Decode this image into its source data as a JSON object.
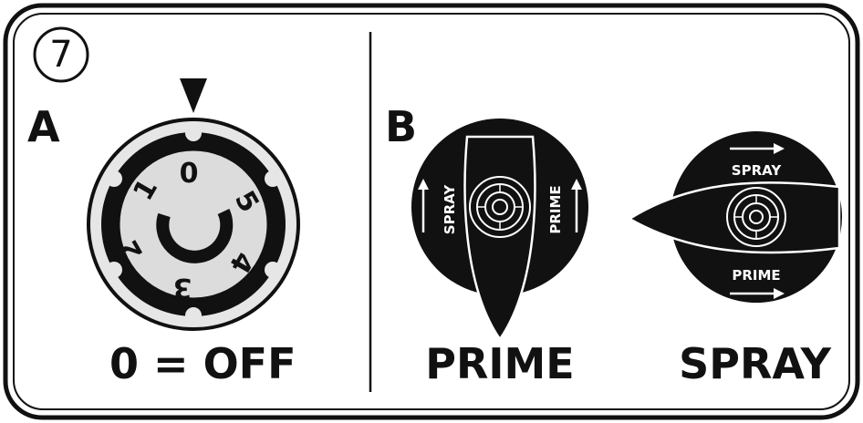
{
  "step": {
    "number": "7"
  },
  "panel_a": {
    "letter": "A",
    "dial_numbers": [
      "0",
      "1",
      "2",
      "3",
      "4",
      "5"
    ],
    "caption": "0 = OFF"
  },
  "panel_b": {
    "letter": "B",
    "prime_knob": {
      "left_label": "SPRAY",
      "right_label": "PRIME",
      "caption": "PRIME"
    },
    "spray_knob": {
      "top_label": "SPRAY",
      "bottom_label": "PRIME",
      "caption": "SPRAY"
    }
  },
  "colors": {
    "ink": "#111111",
    "dial_face": "#dcdcdc",
    "paper": "#ffffff"
  }
}
